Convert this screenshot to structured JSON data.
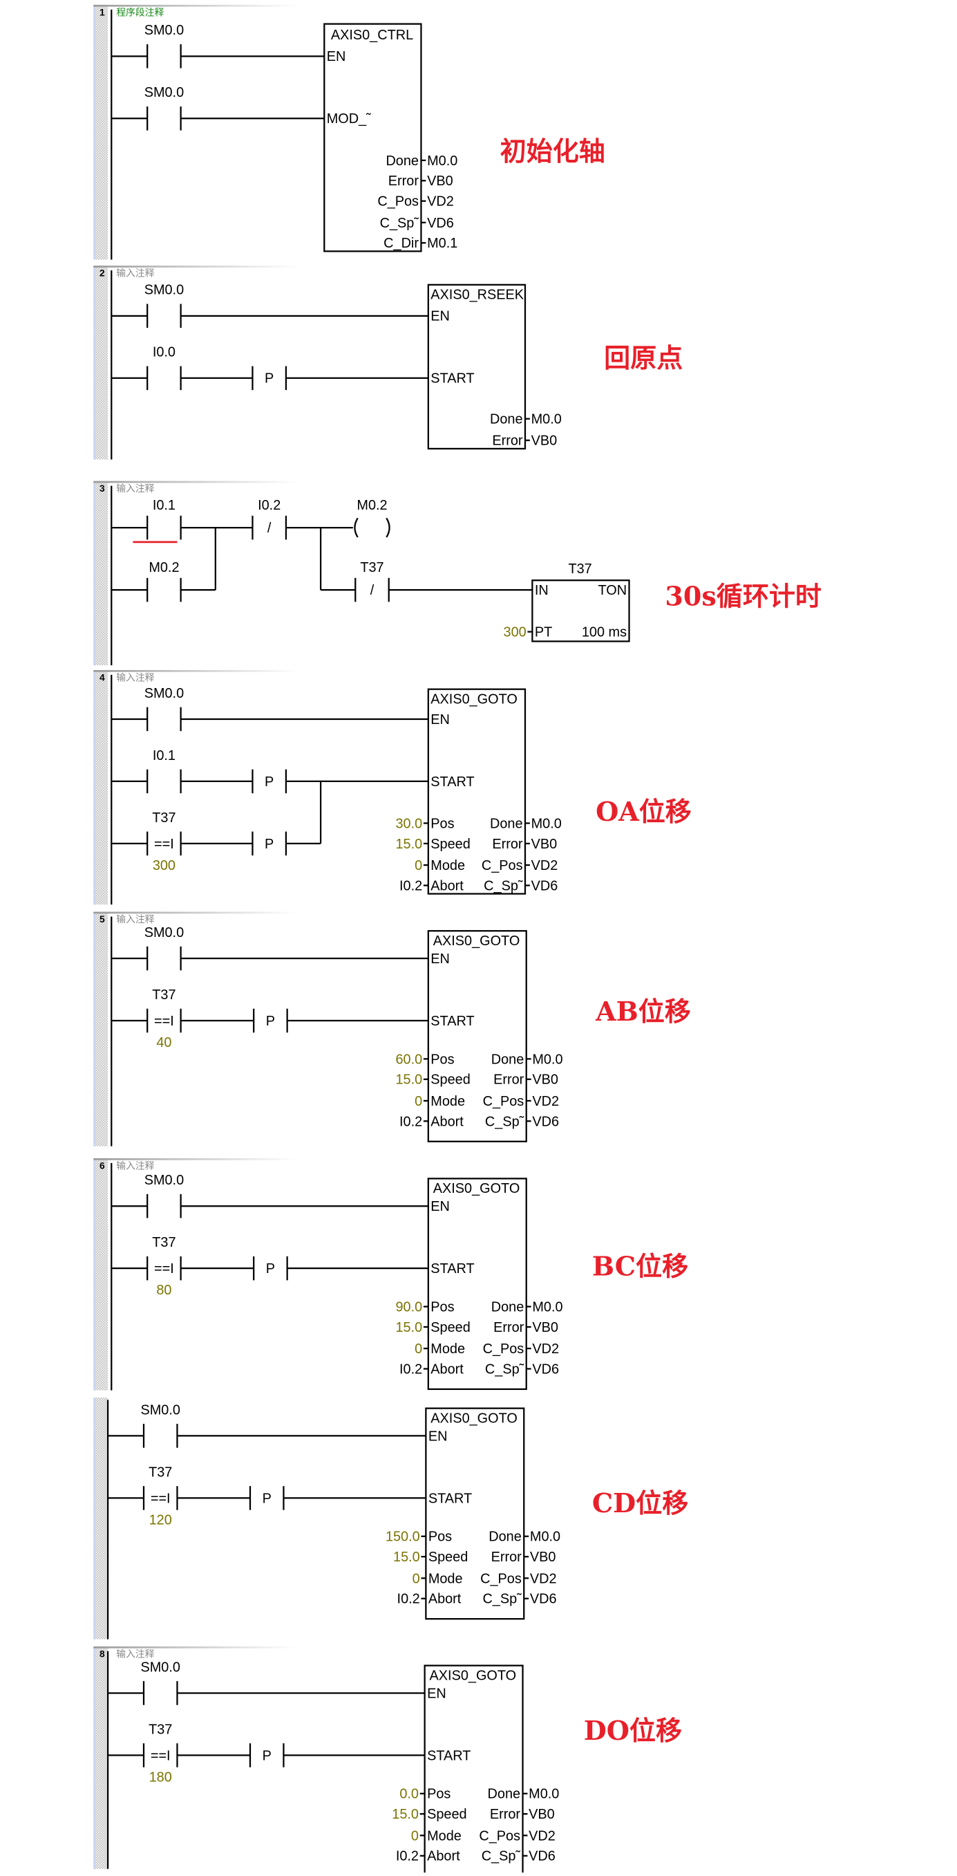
{
  "networks": [
    {
      "number": "1",
      "comment": "程序段注释",
      "annotation": "初始化轴",
      "contacts": [
        {
          "label": "SM0.0",
          "type": "NO"
        },
        {
          "label": "SM0.0",
          "type": "NO"
        }
      ],
      "block": {
        "title": "AXIS0_CTRL",
        "inputs": [
          "EN",
          "MOD_˜"
        ],
        "outputs": [
          {
            "pin": "Done",
            "value": "M0.0"
          },
          {
            "pin": "Error",
            "value": "VB0"
          },
          {
            "pin": "C_Pos",
            "value": "VD2"
          },
          {
            "pin": "C_Sp˜",
            "value": "VD6"
          },
          {
            "pin": "C_Dir",
            "value": "M0.1"
          }
        ]
      }
    },
    {
      "number": "2",
      "comment": "输入注释",
      "annotation": "回原点",
      "contacts": [
        {
          "label": "SM0.0",
          "type": "NO"
        },
        {
          "label": "I0.0",
          "type": "NO"
        },
        {
          "label": "P",
          "type": "edge"
        }
      ],
      "block": {
        "title": "AXIS0_RSEEK",
        "inputs": [
          "EN",
          "START"
        ],
        "outputs": [
          {
            "pin": "Done",
            "value": "M0.0"
          },
          {
            "pin": "Error",
            "value": "VB0"
          }
        ]
      }
    },
    {
      "number": "3",
      "comment": "输入注释",
      "annotation": "30s循环计时",
      "contacts": [
        {
          "label": "I0.1",
          "type": "NO"
        },
        {
          "label": "M0.2",
          "type": "NO"
        },
        {
          "label": "I0.2",
          "type": "NC",
          "glyph": "/"
        },
        {
          "label": "T37",
          "type": "NC",
          "glyph": "/"
        }
      ],
      "coil": {
        "label": "M0.2"
      },
      "timer": {
        "name": "T37",
        "in": "IN",
        "type": "TON",
        "pt_pin": "PT",
        "pt_value": "300",
        "resolution": "100 ms"
      }
    },
    {
      "number": "4",
      "comment": "输入注释",
      "annotation": "OA位移",
      "contacts": [
        {
          "label": "SM0.0",
          "type": "NO"
        },
        {
          "label": "I0.1",
          "type": "NO"
        },
        {
          "label": "T37",
          "type": "compare",
          "glyph": "==I",
          "value": "300"
        },
        {
          "label": "P",
          "type": "edge"
        }
      ],
      "block": {
        "title": "AXIS0_GOTO",
        "inputs": [
          "EN",
          "START"
        ],
        "params": [
          {
            "value": "30.0",
            "pin": "Pos",
            "out_pin": "Done",
            "out_value": "M0.0"
          },
          {
            "value": "15.0",
            "pin": "Speed",
            "out_pin": "Error",
            "out_value": "VB0"
          },
          {
            "value": "0",
            "pin": "Mode",
            "out_pin": "C_Pos",
            "out_value": "VD2"
          },
          {
            "value": "I0.2",
            "pin": "Abort",
            "out_pin": "C_Sp˜",
            "out_value": "VD6"
          }
        ]
      }
    },
    {
      "number": "5",
      "comment": "输入注释",
      "annotation": "AB位移",
      "contacts": [
        {
          "label": "SM0.0",
          "type": "NO"
        },
        {
          "label": "T37",
          "type": "compare",
          "glyph": "==I",
          "value": "40"
        },
        {
          "label": "P",
          "type": "edge"
        }
      ],
      "block": {
        "title": "AXIS0_GOTO",
        "inputs": [
          "EN",
          "START"
        ],
        "params": [
          {
            "value": "60.0",
            "pin": "Pos",
            "out_pin": "Done",
            "out_value": "M0.0"
          },
          {
            "value": "15.0",
            "pin": "Speed",
            "out_pin": "Error",
            "out_value": "VB0"
          },
          {
            "value": "0",
            "pin": "Mode",
            "out_pin": "C_Pos",
            "out_value": "VD2"
          },
          {
            "value": "I0.2",
            "pin": "Abort",
            "out_pin": "C_Sp˜",
            "out_value": "VD6"
          }
        ]
      }
    },
    {
      "number": "6",
      "comment": "输入注释",
      "annotation": "BC位移",
      "contacts": [
        {
          "label": "SM0.0",
          "type": "NO"
        },
        {
          "label": "T37",
          "type": "compare",
          "glyph": "==I",
          "value": "80"
        },
        {
          "label": "P",
          "type": "edge"
        }
      ],
      "block": {
        "title": "AXIS0_GOTO",
        "inputs": [
          "EN",
          "START"
        ],
        "params": [
          {
            "value": "90.0",
            "pin": "Pos",
            "out_pin": "Done",
            "out_value": "M0.0"
          },
          {
            "value": "15.0",
            "pin": "Speed",
            "out_pin": "Error",
            "out_value": "VB0"
          },
          {
            "value": "0",
            "pin": "Mode",
            "out_pin": "C_Pos",
            "out_value": "VD2"
          },
          {
            "value": "I0.2",
            "pin": "Abort",
            "out_pin": "C_Sp˜",
            "out_value": "VD6"
          }
        ]
      }
    },
    {
      "number": "",
      "comment": "",
      "annotation": "CD位移",
      "contacts": [
        {
          "label": "SM0.0",
          "type": "NO"
        },
        {
          "label": "T37",
          "type": "compare",
          "glyph": "==I",
          "value": "120"
        },
        {
          "label": "P",
          "type": "edge"
        }
      ],
      "block": {
        "title": "AXIS0_GOTO",
        "inputs": [
          "EN",
          "START"
        ],
        "params": [
          {
            "value": "150.0",
            "pin": "Pos",
            "out_pin": "Done",
            "out_value": "M0.0"
          },
          {
            "value": "15.0",
            "pin": "Speed",
            "out_pin": "Error",
            "out_value": "VB0"
          },
          {
            "value": "0",
            "pin": "Mode",
            "out_pin": "C_Pos",
            "out_value": "VD2"
          },
          {
            "value": "I0.2",
            "pin": "Abort",
            "out_pin": "C_Sp˜",
            "out_value": "VD6"
          }
        ]
      }
    },
    {
      "number": "8",
      "comment": "输入注释",
      "annotation": "DO位移",
      "contacts": [
        {
          "label": "SM0.0",
          "type": "NO"
        },
        {
          "label": "T37",
          "type": "compare",
          "glyph": "==I",
          "value": "180"
        },
        {
          "label": "P",
          "type": "edge"
        }
      ],
      "block": {
        "title": "AXIS0_GOTO",
        "inputs": [
          "EN",
          "START"
        ],
        "params": [
          {
            "value": "0.0",
            "pin": "Pos",
            "out_pin": "Done",
            "out_value": "M0.0"
          },
          {
            "value": "15.0",
            "pin": "Speed",
            "out_pin": "Error",
            "out_value": "VB0"
          },
          {
            "value": "0",
            "pin": "Mode",
            "out_pin": "C_Pos",
            "out_value": "VD2"
          },
          {
            "value": "I0.2",
            "pin": "Abort",
            "out_pin": "C_Sp˜",
            "out_value": "VD6"
          }
        ]
      }
    }
  ],
  "colors": {
    "annotation": "#e8202a",
    "constant": "#7a7400",
    "first_comment": "#1a8a1a",
    "comment": "#888888",
    "wire": "#000000"
  }
}
